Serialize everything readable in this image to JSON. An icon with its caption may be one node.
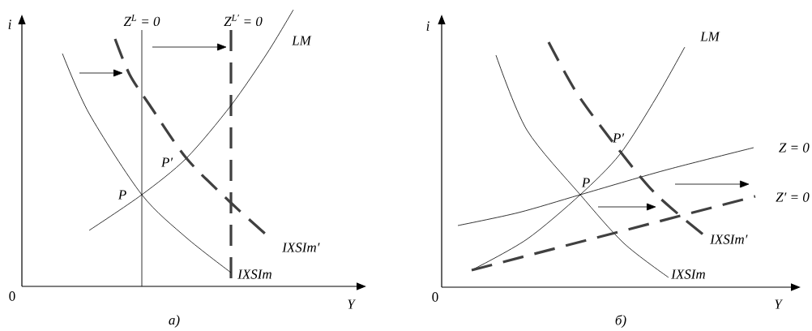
{
  "diagram": {
    "labels": [
      "i",
      "Z$^{L}$ = 0",
      "Z$^{L′}$ = 0",
      "LM",
      "P′",
      "P",
      "IXSIm′",
      "IXSIm",
      "0",
      "Y",
      "a)",
      "i",
      "LM",
      "P′",
      "Z = 0",
      "P",
      "Z′ = 0",
      "IXSIm′",
      "IXSIm",
      "0",
      "Y",
      "б)"
    ]
  }
}
